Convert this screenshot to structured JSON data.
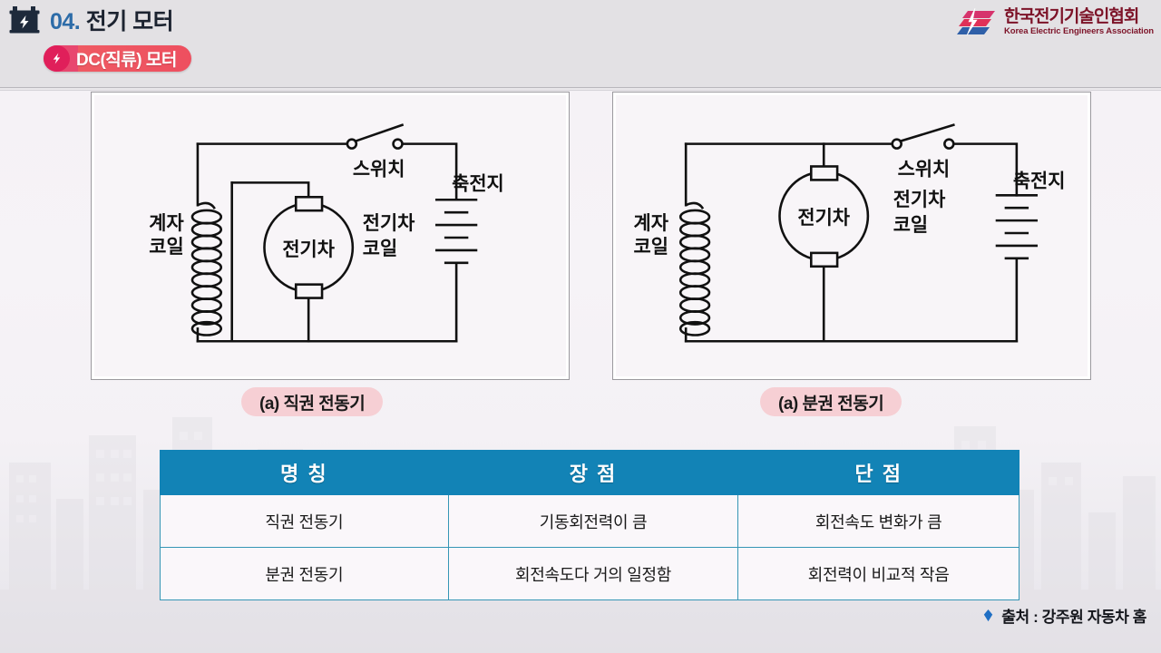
{
  "header": {
    "battery_icon": "battery-bolt-icon",
    "section_number": "04.",
    "title": "전기 모터",
    "badge": {
      "bolt_icon": "lightning-bolt-icon",
      "label": "DC(직류) 모터"
    }
  },
  "logo": {
    "mark_icon": "kea-logo-mark-icon",
    "name_kr": "한국전기기술인협회",
    "name_en": "Korea Electric Engineers Association"
  },
  "diagrams": [
    {
      "id": "series-motor",
      "caption": "(a) 직권 전동기",
      "labels": {
        "field_coil": "계자\n코일",
        "field_coil_line1": "계자",
        "field_coil_line2": "코일",
        "switch": "스위치",
        "battery": "축전지",
        "armature_coil_line1": "전기차",
        "armature_coil_line2": "코일",
        "motor": "전기차"
      }
    },
    {
      "id": "shunt-motor",
      "caption": "(a) 분권 전동기",
      "labels": {
        "field_coil_line1": "계자",
        "field_coil_line2": "코일",
        "switch": "스위치",
        "battery": "축전지",
        "armature_coil_line1": "전기차",
        "armature_coil_line2": "코일",
        "motor": "전기차"
      }
    }
  ],
  "table": {
    "headers": [
      "명 칭",
      "장 점",
      "단 점"
    ],
    "rows": [
      [
        "직권 전동기",
        "기동회전력이 큼",
        "회전속도 변화가 큼"
      ],
      [
        "분권 전동기",
        "회전속도다 거의 일정함",
        "회전력이 비교적 작음"
      ]
    ]
  },
  "source": {
    "icon": "pin-diamond-icon",
    "text": "출처 : 강주원 자동차 홈"
  },
  "colors": {
    "accent_blue": "#2d6ca8",
    "table_header_blue": "#1283b6",
    "table_border": "#3596b5",
    "badge_pink": "#ee4f5f",
    "badge_circle": "#e01f5a",
    "caption_pink": "#f6cfd4",
    "logo_maroon": "#7d1328",
    "title_dark": "#1c2330"
  }
}
